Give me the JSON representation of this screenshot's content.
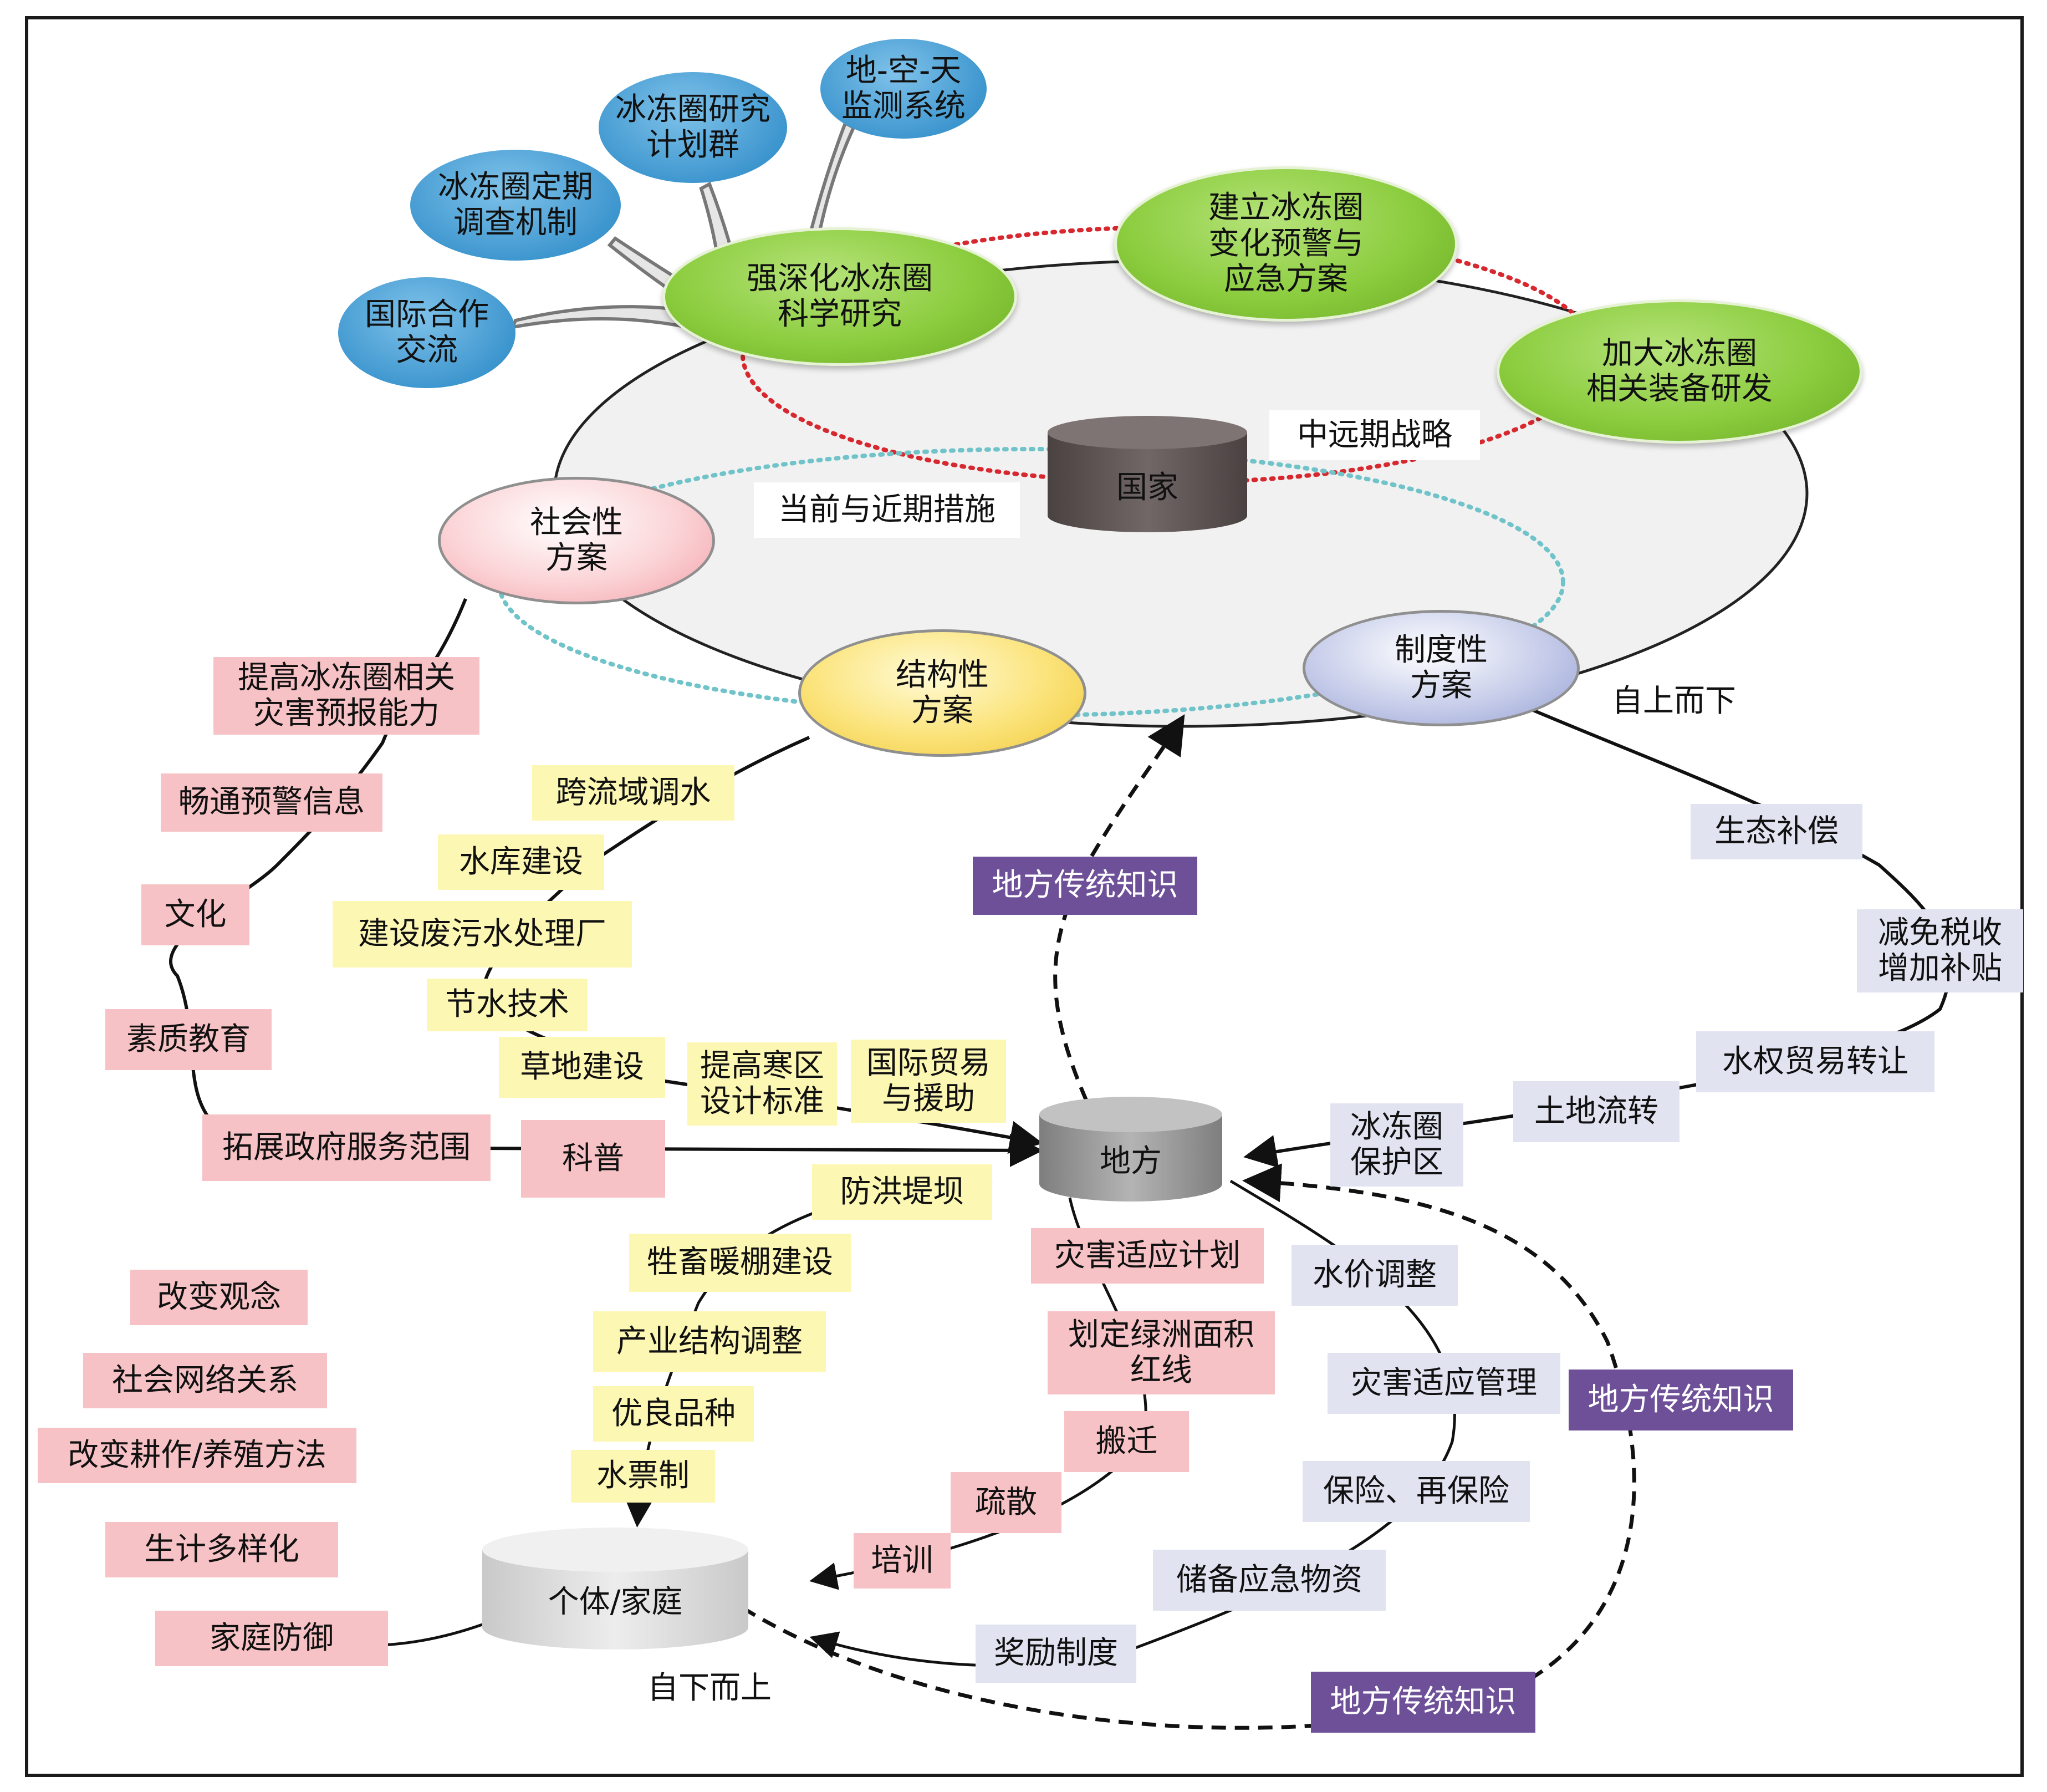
{
  "cylinders": {
    "guojia": "国家",
    "difang": "地方",
    "geti": "个体/家庭"
  },
  "blue_nodes": {
    "n1": "地-空-天\n监测系统",
    "n2": "冰冻圈研究\n计划群",
    "n3": "冰冻圈定期\n调查机制",
    "n4": "国际合作\n交流"
  },
  "green_nodes": {
    "g1": "强深化冰冻圈\n科学研究",
    "g2": "建立冰冻圈\n变化预警与\n应急方案",
    "g3": "加大冰冻圈\n相关装备研发"
  },
  "scheme_nodes": {
    "social": "社会性\n方案",
    "structural": "结构性\n方案",
    "institutional": "制度性\n方案"
  },
  "free_labels": {
    "mid_long": "中远期战略",
    "current": "当前与近期措施",
    "top_down": "自上而下",
    "bottom_up": "自下而上"
  },
  "pink_left": {
    "p1": "提高冰冻圈相关\n灾害预报能力",
    "p2": "畅通预警信息",
    "p3": "文化",
    "p4": "素质教育",
    "p5": "拓展政府服务范围",
    "p6": "科普"
  },
  "pink_household": {
    "h1": "改变观念",
    "h2": "社会网络关系",
    "h3": "改变耕作/养殖方法",
    "h4": "生计多样化",
    "h5": "家庭防御"
  },
  "pink_local": {
    "l1": "灾害适应计划",
    "l2": "划定绿洲面积\n红线",
    "l3": "搬迁",
    "l4": "疏散",
    "l5": "培训"
  },
  "yellow_upper": {
    "y1": "跨流域调水",
    "y2": "水库建设",
    "y3": "建设废污水处理厂",
    "y4": "节水技术",
    "y5": "草地建设",
    "y6": "提高寒区\n设计标准",
    "y7": "国际贸易\n与援助"
  },
  "yellow_lower": {
    "y8": "防洪堤坝",
    "y9": "牲畜暖棚建设",
    "y10": "产业结构调整",
    "y11": "优良品种",
    "y12": "水票制"
  },
  "lav_right": {
    "v1": "生态补偿",
    "v2": "减免税收\n增加补贴",
    "v3": "水权贸易转让",
    "v4": "土地流转",
    "v5": "冰冻圈\n保护区"
  },
  "lav_lower": {
    "v6": "水价调整",
    "v7": "灾害适应管理",
    "v8": "保险、再保险",
    "v9": "储备应急物资",
    "v10": "奖励制度"
  },
  "purple_labels": {
    "k1": "地方传统知识",
    "k2": "地方传统知识",
    "k3": "地方传统知识"
  },
  "colors": {
    "pink": "#f7c2c5",
    "yellow": "#fdf7b4",
    "lavender": "#e1e3f1",
    "purple": "#6e5099",
    "blue": "#3f97cf",
    "green": "#8ccd3f",
    "red_dotted": "#d7282f",
    "cyan_dotted": "#6fc3c9",
    "cylinder_dark": "#5e5353",
    "cylinder_mid": "#969696",
    "cylinder_light": "#dcdcdc"
  }
}
